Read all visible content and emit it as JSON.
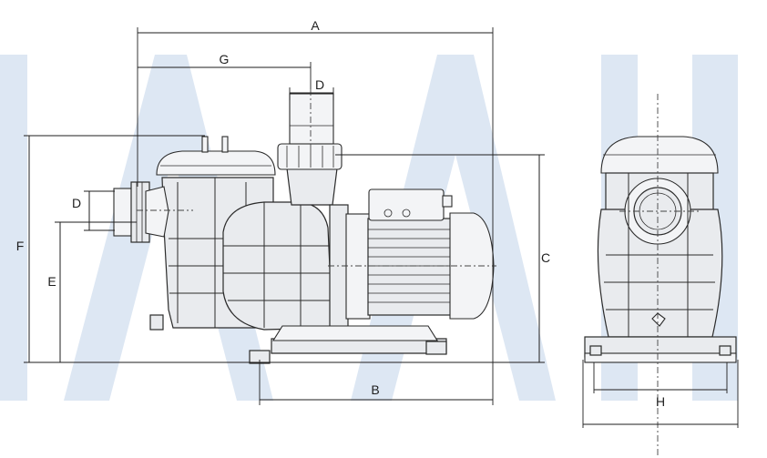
{
  "labels": {
    "A": "A",
    "G": "G",
    "D_outlet": "D",
    "D_inlet": "D",
    "F": "F",
    "E": "E",
    "C": "C",
    "B": "B",
    "H": "H"
  },
  "colors": {
    "watermark": "#dde7f3",
    "line": "#1e1e1e",
    "body": "#e9ebee"
  }
}
